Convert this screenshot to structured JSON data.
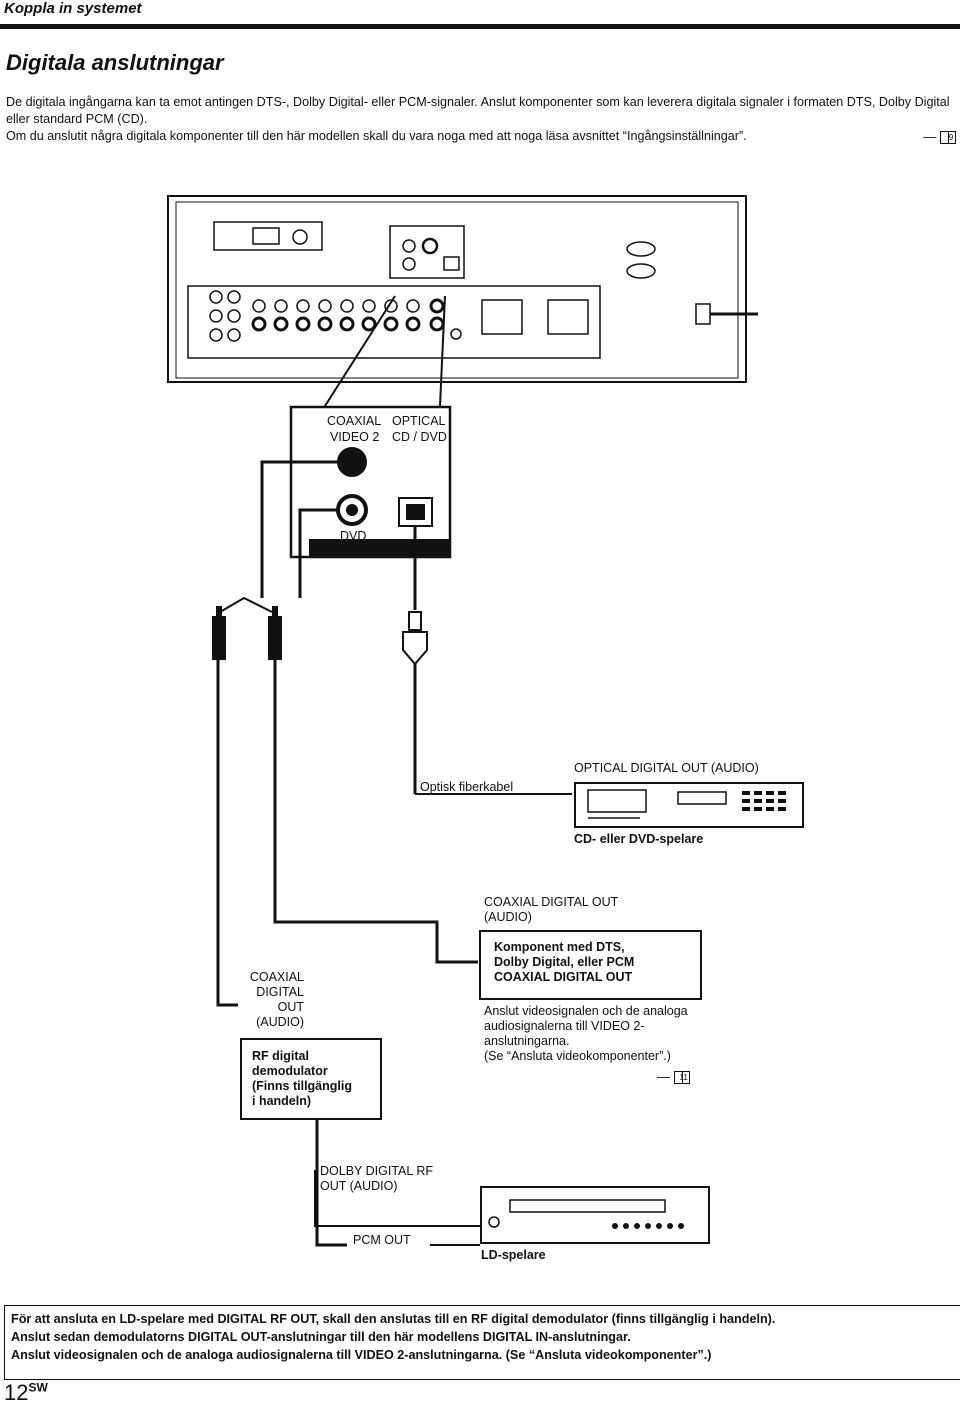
{
  "header": {
    "section": "Koppla in systemet"
  },
  "title": "Digitala anslutningar",
  "intro": [
    "De digitala ingångarna kan ta emot antingen DTS-, Dolby Digital- eller PCM-signaler. Anslut komponenter som kan leverera digitala signaler i formaten DTS, Dolby Digital eller standard PCM (CD).",
    "Om du anslutit några digitala komponenter till den här modellen skall du vara noga med att noga läsa avsnittet “Ingångsinställningar”."
  ],
  "intro_ref": "9",
  "panel": {
    "coaxial": "COAXIAL",
    "video2": "VIDEO 2",
    "optical": "OPTICAL",
    "cddvd": "CD / DVD",
    "dvd": "DVD"
  },
  "cable": {
    "optical": "Optisk fiberkabel"
  },
  "cd": {
    "out": "OPTICAL DIGITAL OUT (AUDIO)",
    "name": "CD- eller DVD-spelare"
  },
  "coax_comp": {
    "out": "COAXIAL DIGITAL OUT\n(AUDIO)",
    "title": "Komponent med DTS,\nDolby Digital, eller PCM\nCOAXIAL DIGITAL OUT",
    "desc": "Anslut videosignalen och de analoga audiosignalerna till VIDEO 2-anslutningarna.\n(Se “Ansluta videokomponenter”.)",
    "ref": "11"
  },
  "rf": {
    "out": "COAXIAL\nDIGITAL\nOUT\n(AUDIO)",
    "title": "RF digital\ndemodulator\n(Finns tillgänglig\ni handeln)"
  },
  "ld": {
    "out": "DOLBY DIGITAL RF\nOUT (AUDIO)",
    "pcm": "PCM OUT",
    "name": "LD-spelare"
  },
  "note": [
    "För att ansluta en LD-spelare med DIGITAL RF OUT, skall den anslutas till en RF digital demodulator (finns tillgänglig i handeln).",
    "Anslut sedan demodulatorns DIGITAL OUT-anslutningar till den här modellens DIGITAL IN-anslutningar.",
    "Anslut videosignalen och de analoga audiosignalerna till VIDEO 2-anslutningarna. (Se “Ansluta videokomponenter”.)"
  ],
  "page": {
    "number": "12",
    "lang": "SW"
  }
}
